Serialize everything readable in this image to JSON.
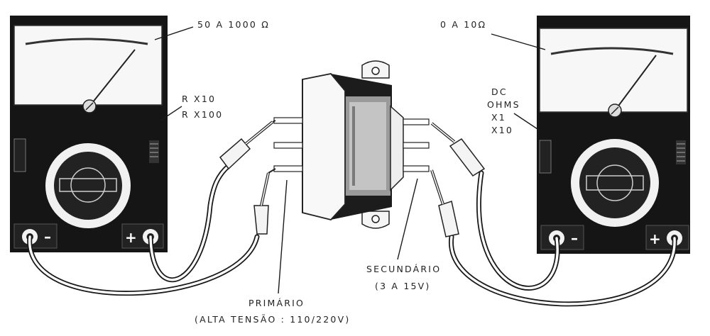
{
  "labels": {
    "meter_left_range": "50  A  1000 Ω",
    "meter_left_scale_1": "R  X10",
    "meter_left_scale_2": "R  X100",
    "meter_right_range": "0   A  10Ω",
    "meter_right_mode_1": "DC",
    "meter_right_mode_2": "OHMS",
    "meter_right_scale_1": "X1",
    "meter_right_scale_2": "X10",
    "primary_title": "PRIMÁRIO",
    "primary_subtitle": "(ALTA  TENSÃO : 110/220V)",
    "secondary_title": "SECUNDÁRIO",
    "secondary_subtitle": "(3  A  15V)"
  },
  "terminals": {
    "negative": "–",
    "positive": "+"
  },
  "icons": {
    "meter": "multimeter-icon",
    "transformer": "transformer-icon"
  }
}
